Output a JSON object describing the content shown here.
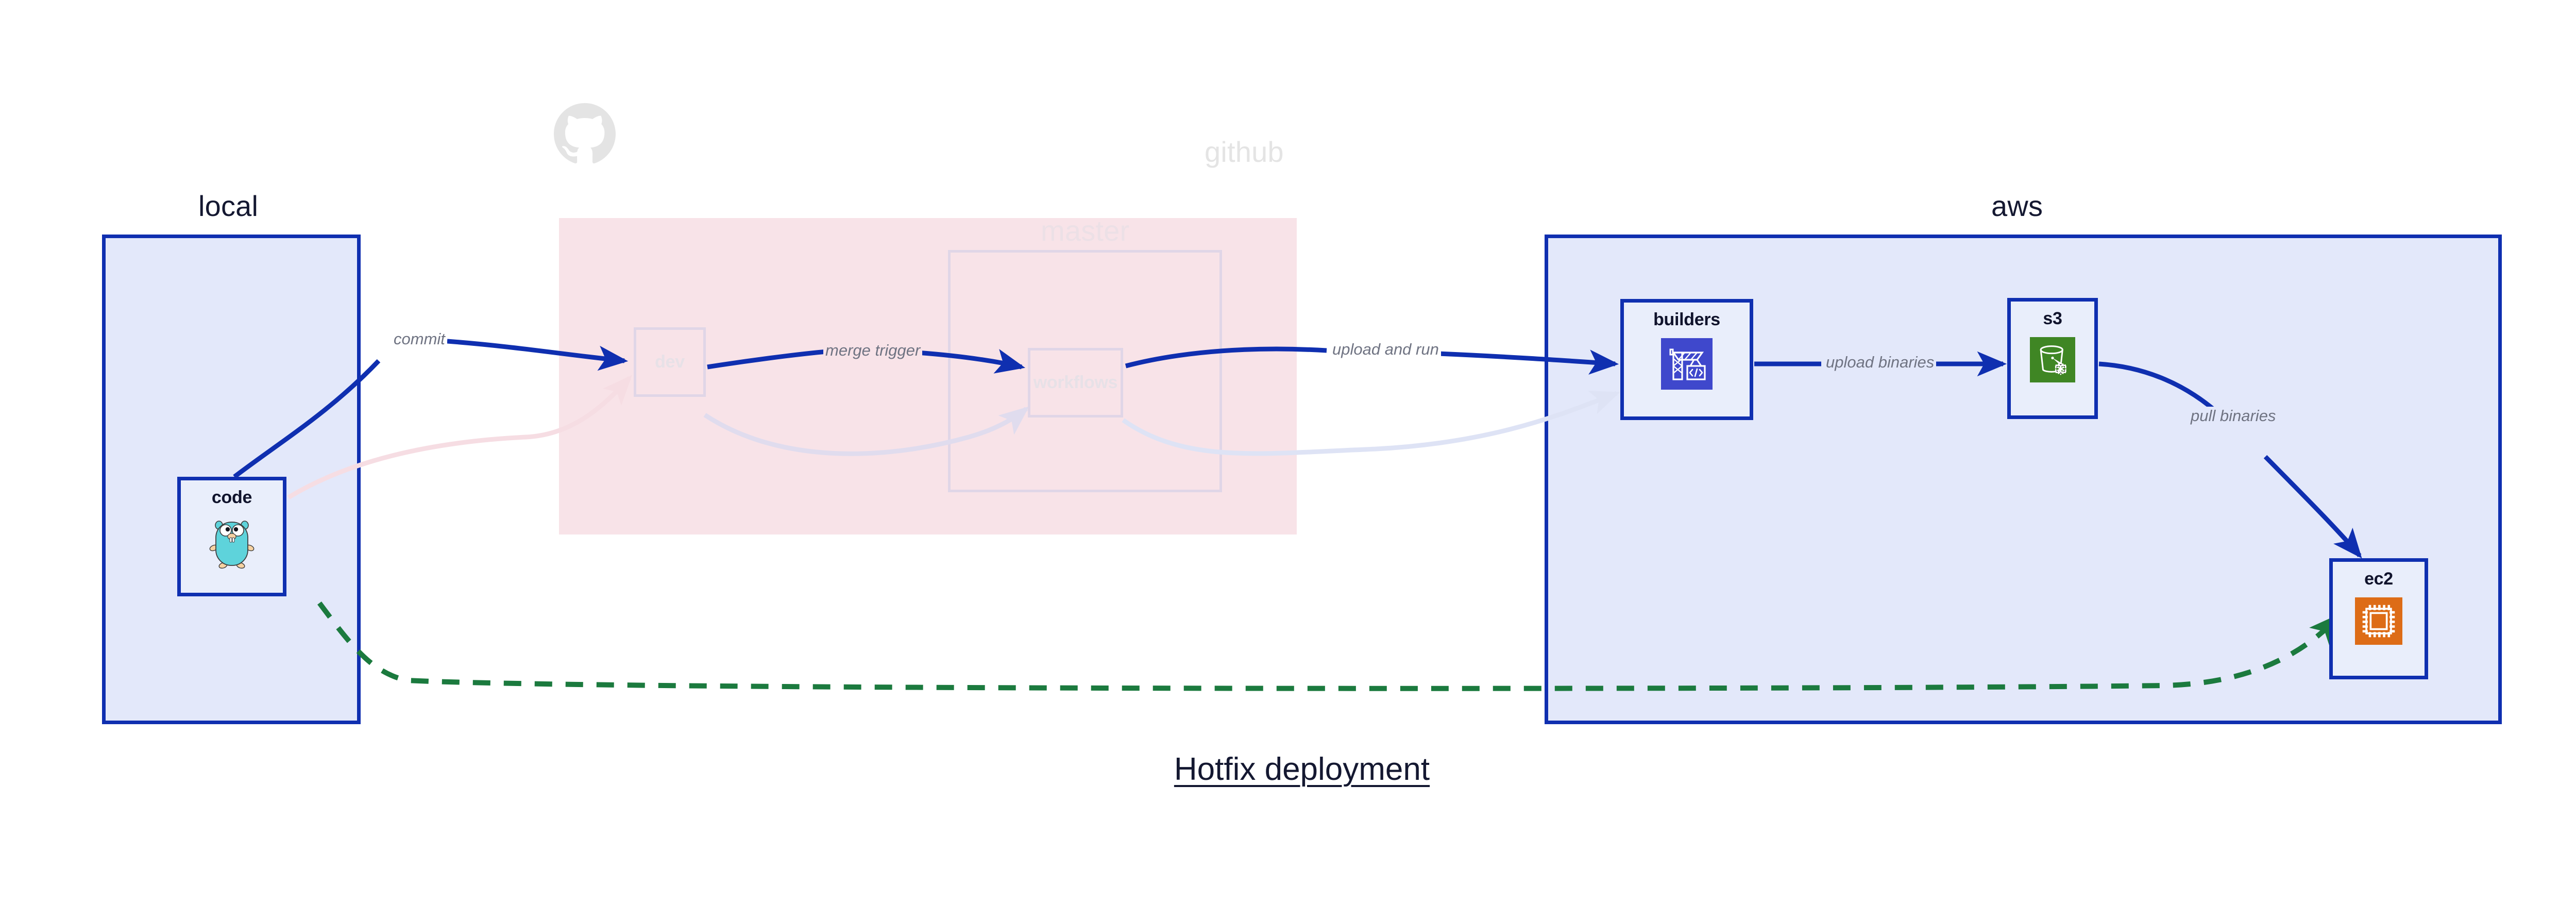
{
  "diagram": {
    "title": "Hotfix deployment",
    "clusters": [
      {
        "id": "local",
        "label": "local",
        "faded": false
      },
      {
        "id": "github",
        "label": "github",
        "faded": true
      },
      {
        "id": "master",
        "label": "master",
        "faded": true
      },
      {
        "id": "aws",
        "label": "aws",
        "faded": false
      }
    ],
    "nodes": [
      {
        "id": "code",
        "label": "code",
        "icon": "go-gopher-icon",
        "cluster": "local",
        "faded": false
      },
      {
        "id": "dev",
        "label": "dev",
        "icon": "none",
        "cluster": "github",
        "faded": true
      },
      {
        "id": "workflows",
        "label": "workflows",
        "icon": "none",
        "cluster": "master",
        "faded": true
      },
      {
        "id": "builders",
        "label": "builders",
        "icon": "aws-codebuild-icon",
        "cluster": "aws",
        "faded": false
      },
      {
        "id": "s3",
        "label": "s3",
        "icon": "aws-s3-glacier-icon",
        "cluster": "aws",
        "faded": false
      },
      {
        "id": "ec2",
        "label": "ec2",
        "icon": "aws-ec2-icon",
        "cluster": "aws",
        "faded": false
      }
    ],
    "edges": [
      {
        "id": "commit",
        "label": "commit",
        "from": "code",
        "to": "dev",
        "style": "solid",
        "color": "#0f2fb0",
        "faded": false
      },
      {
        "id": "merge-trigger",
        "label": "merge trigger",
        "from": "dev",
        "to": "workflows",
        "style": "solid",
        "color": "#0f2fb0",
        "faded": false
      },
      {
        "id": "upload-and-run",
        "label": "upload and run",
        "from": "workflows",
        "to": "builders",
        "style": "solid",
        "color": "#0f2fb0",
        "faded": false
      },
      {
        "id": "upload-binaries",
        "label": "upload binaries",
        "from": "builders",
        "to": "s3",
        "style": "solid",
        "color": "#0f2fb0",
        "faded": false
      },
      {
        "id": "pull-binaries",
        "label": "pull binaries",
        "from": "s3",
        "to": "ec2",
        "style": "solid",
        "color": "#0f2fb0",
        "faded": false
      },
      {
        "id": "hotfix-direct",
        "label": "",
        "from": "code",
        "to": "ec2",
        "style": "dashed",
        "color": "#1b7a3e",
        "faded": false
      },
      {
        "id": "faded-code-dev",
        "label": "",
        "from": "code",
        "to": "dev",
        "style": "solid",
        "color": "#f6dde3",
        "faded": true
      },
      {
        "id": "faded-dev-workflows",
        "label": "",
        "from": "dev",
        "to": "workflows",
        "style": "solid",
        "color": "#e0dcee",
        "faded": true
      },
      {
        "id": "faded-workflows-build",
        "label": "",
        "from": "workflows",
        "to": "builders",
        "style": "solid",
        "color": "#dee3f5",
        "faded": true
      }
    ],
    "colors": {
      "accent_blue": "#0f2fb0",
      "cluster_blue_fill": "#e3e8fa",
      "cluster_pink_fill": "#f8e3e8",
      "green_dashed": "#1b7a3e",
      "node_fill": "#e9eefb",
      "label_grey": "#6f7382",
      "codebuild_purple": "#3f48cc",
      "s3_green": "#3f8624",
      "ec2_orange": "#dd6c17",
      "faded_grey": "#e4e4e4"
    }
  }
}
